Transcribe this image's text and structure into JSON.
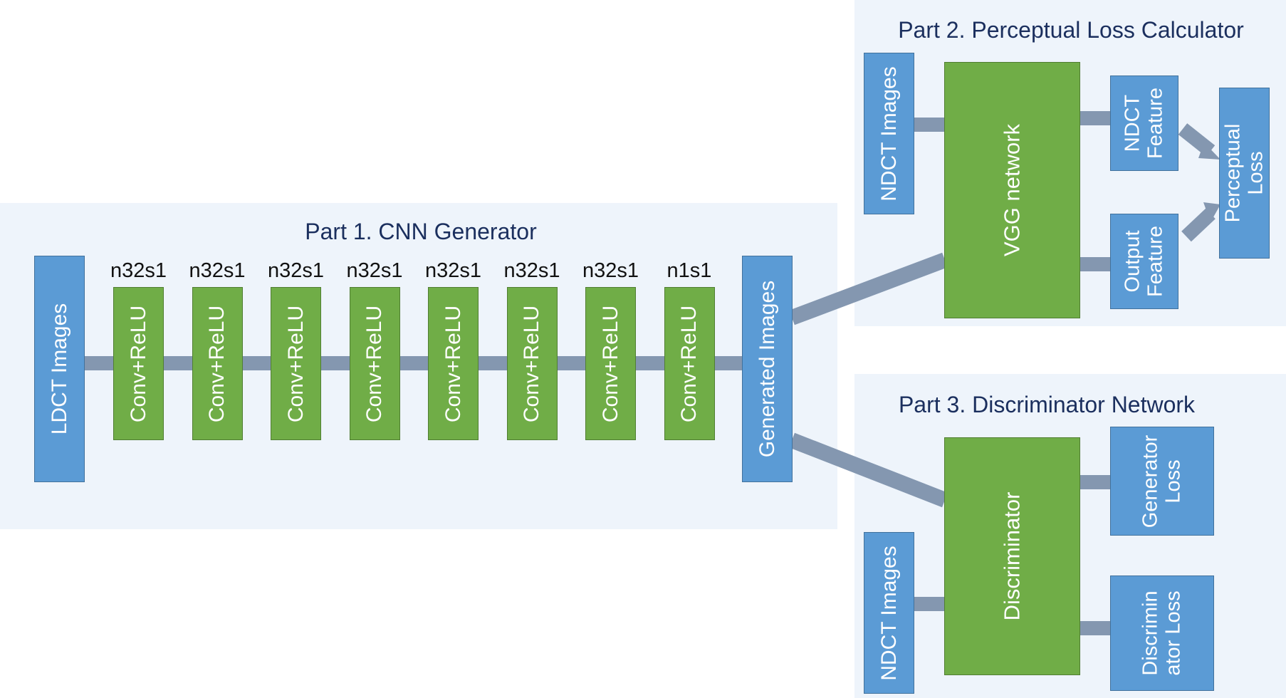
{
  "panels": {
    "part1_title": "Part 1. CNN Generator",
    "part2_title": "Part 2. Perceptual Loss Calculator",
    "part3_title": "Part 3. Discriminator Network"
  },
  "generator": {
    "input": "LDCT Images",
    "output": "Generated Images",
    "layers": [
      {
        "label": "n32s1",
        "block": "Conv+ReLU"
      },
      {
        "label": "n32s1",
        "block": "Conv+ReLU"
      },
      {
        "label": "n32s1",
        "block": "Conv+ReLU"
      },
      {
        "label": "n32s1",
        "block": "Conv+ReLU"
      },
      {
        "label": "n32s1",
        "block": "Conv+ReLU"
      },
      {
        "label": "n32s1",
        "block": "Conv+ReLU"
      },
      {
        "label": "n32s1",
        "block": "Conv+ReLU"
      },
      {
        "label": "n1s1",
        "block": "Conv+ReLU"
      }
    ]
  },
  "perceptual": {
    "ndct": "NDCT Images",
    "vgg": "VGG network",
    "ndct_feature": "NDCT\nFeature",
    "output_feature": "Output\nFeature",
    "loss": "Perceptual\nLoss"
  },
  "discriminator": {
    "ndct": "NDCT Images",
    "net": "Discriminator",
    "generator_loss": "Generator\nLoss",
    "discriminator_loss": "Discrimin\nator Loss"
  },
  "colors": {
    "panel_bg": "#eef4fb",
    "title_text": "#1b2f5e",
    "blue_block": "#5b9bd5",
    "green_block": "#70ad47",
    "connector": "#8497b0"
  }
}
